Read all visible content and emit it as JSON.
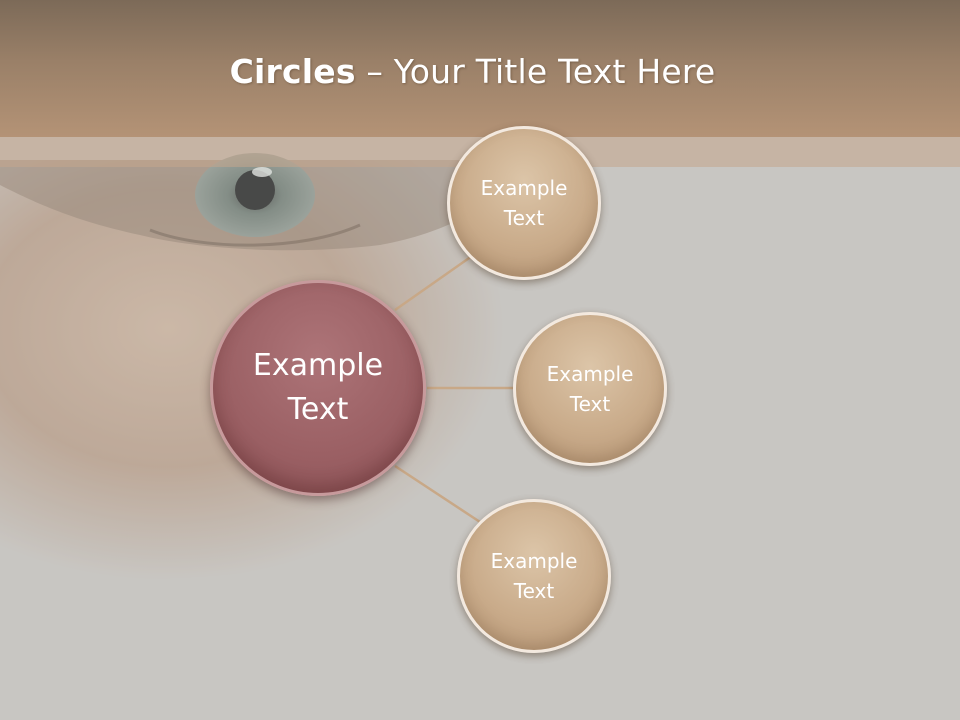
{
  "slide": {
    "title_bold": "Circles",
    "title_rest": " – Your Title Text Here"
  },
  "diagram": {
    "center": {
      "line1": "Example",
      "line2": "Text",
      "color": "#9a5f63"
    },
    "satellites": [
      {
        "line1": "Example",
        "line2": "Text"
      },
      {
        "line1": "Example",
        "line2": "Text"
      },
      {
        "line1": "Example",
        "line2": "Text"
      }
    ],
    "satellite_color": "#c9ab8a",
    "connector_color": "#c8a887"
  },
  "background": {
    "image": "eye-closeup-photo",
    "tint": "#c9c6c2"
  }
}
